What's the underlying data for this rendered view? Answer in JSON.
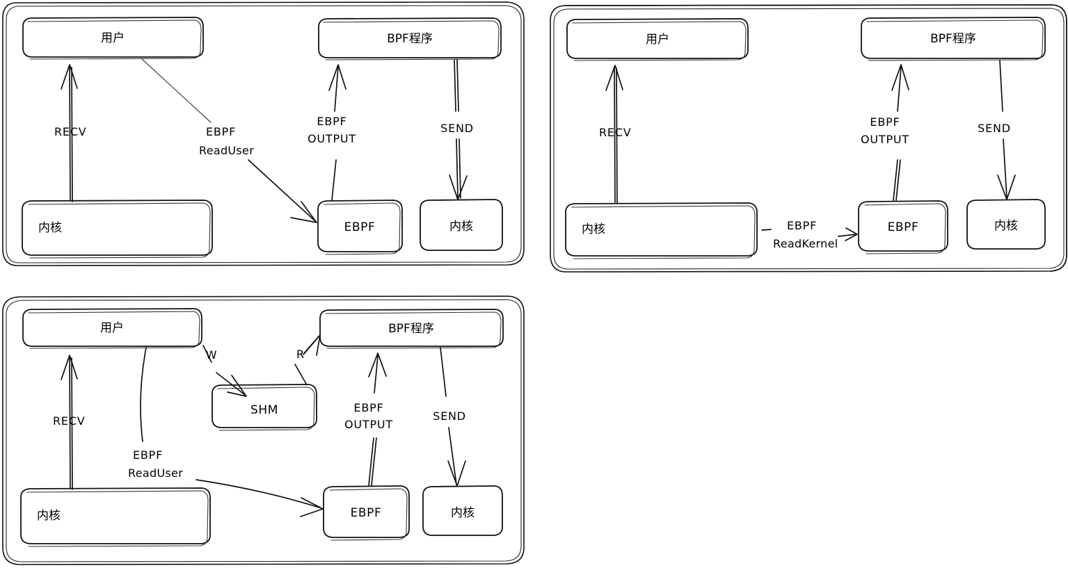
{
  "meta": {
    "kind": "hand-drawn-diagram-set",
    "stroke_color": "#111111",
    "background": "#ffffff",
    "panel_count": 3
  },
  "panels": [
    {
      "id": "panel-top-left",
      "nodes": [
        {
          "id": "user",
          "label": "用户",
          "align": "center"
        },
        {
          "id": "bpf_program",
          "label": "BPF程序",
          "align": "center"
        },
        {
          "id": "kernel_big",
          "label": "内核",
          "align": "left"
        },
        {
          "id": "ebpf",
          "label": "EBPF",
          "align": "center"
        },
        {
          "id": "kernel_small",
          "label": "内核",
          "align": "center"
        }
      ],
      "edges": [
        {
          "id": "e-recv",
          "from": "kernel_big",
          "to": "user",
          "label": "RECV",
          "label_lines": [
            "RECV"
          ]
        },
        {
          "id": "e-readuser",
          "from": "user",
          "to": "ebpf",
          "label": "EBPF ReadUser",
          "label_lines": [
            "EBPF",
            "ReadUser"
          ]
        },
        {
          "id": "e-output",
          "from": "ebpf",
          "to": "bpf_program",
          "label": "EBPF OUTPUT",
          "label_lines": [
            "EBPF",
            "OUTPUT"
          ]
        },
        {
          "id": "e-send",
          "from": "bpf_program",
          "to": "kernel_small",
          "label": "SEND",
          "label_lines": [
            "SEND"
          ]
        }
      ]
    },
    {
      "id": "panel-top-right",
      "nodes": [
        {
          "id": "user",
          "label": "用户",
          "align": "center"
        },
        {
          "id": "bpf_program",
          "label": "BPF程序",
          "align": "center"
        },
        {
          "id": "kernel_big",
          "label": "内核",
          "align": "left"
        },
        {
          "id": "ebpf",
          "label": "EBPF",
          "align": "center"
        },
        {
          "id": "kernel_small",
          "label": "内核",
          "align": "center"
        }
      ],
      "edges": [
        {
          "id": "e-recv",
          "from": "kernel_big",
          "to": "user",
          "label": "RECV",
          "label_lines": [
            "RECV"
          ]
        },
        {
          "id": "e-readkernel",
          "from": "kernel_big",
          "to": "ebpf",
          "label": "EBPF ReadKernel",
          "label_lines": [
            "EBPF",
            "ReadKernel"
          ]
        },
        {
          "id": "e-output",
          "from": "ebpf",
          "to": "bpf_program",
          "label": "EBPF OUTPUT",
          "label_lines": [
            "EBPF",
            "OUTPUT"
          ]
        },
        {
          "id": "e-send",
          "from": "bpf_program",
          "to": "kernel_small",
          "label": "SEND",
          "label_lines": [
            "SEND"
          ]
        }
      ]
    },
    {
      "id": "panel-bottom-left",
      "nodes": [
        {
          "id": "user",
          "label": "用户",
          "align": "center"
        },
        {
          "id": "bpf_program",
          "label": "BPF程序",
          "align": "center"
        },
        {
          "id": "shm",
          "label": "SHM",
          "align": "center"
        },
        {
          "id": "kernel_big",
          "label": "内核",
          "align": "left"
        },
        {
          "id": "ebpf",
          "label": "EBPF",
          "align": "center"
        },
        {
          "id": "kernel_small",
          "label": "内核",
          "align": "center"
        }
      ],
      "edges": [
        {
          "id": "e-recv",
          "from": "kernel_big",
          "to": "user",
          "label": "RECV",
          "label_lines": [
            "RECV"
          ]
        },
        {
          "id": "e-write",
          "from": "user",
          "to": "shm",
          "label": "W",
          "label_lines": [
            "W"
          ]
        },
        {
          "id": "e-read",
          "from": "shm",
          "to": "bpf_program",
          "label": "R",
          "label_lines": [
            "R"
          ]
        },
        {
          "id": "e-readuser",
          "from": "user",
          "to": "ebpf",
          "label": "EBPF ReadUser",
          "label_lines": [
            "EBPF",
            "ReadUser"
          ]
        },
        {
          "id": "e-output",
          "from": "ebpf",
          "to": "bpf_program",
          "label": "EBPF OUTPUT",
          "label_lines": [
            "EBPF",
            "OUTPUT"
          ]
        },
        {
          "id": "e-send",
          "from": "bpf_program",
          "to": "kernel_small",
          "label": "SEND",
          "label_lines": [
            "SEND"
          ]
        }
      ]
    }
  ]
}
